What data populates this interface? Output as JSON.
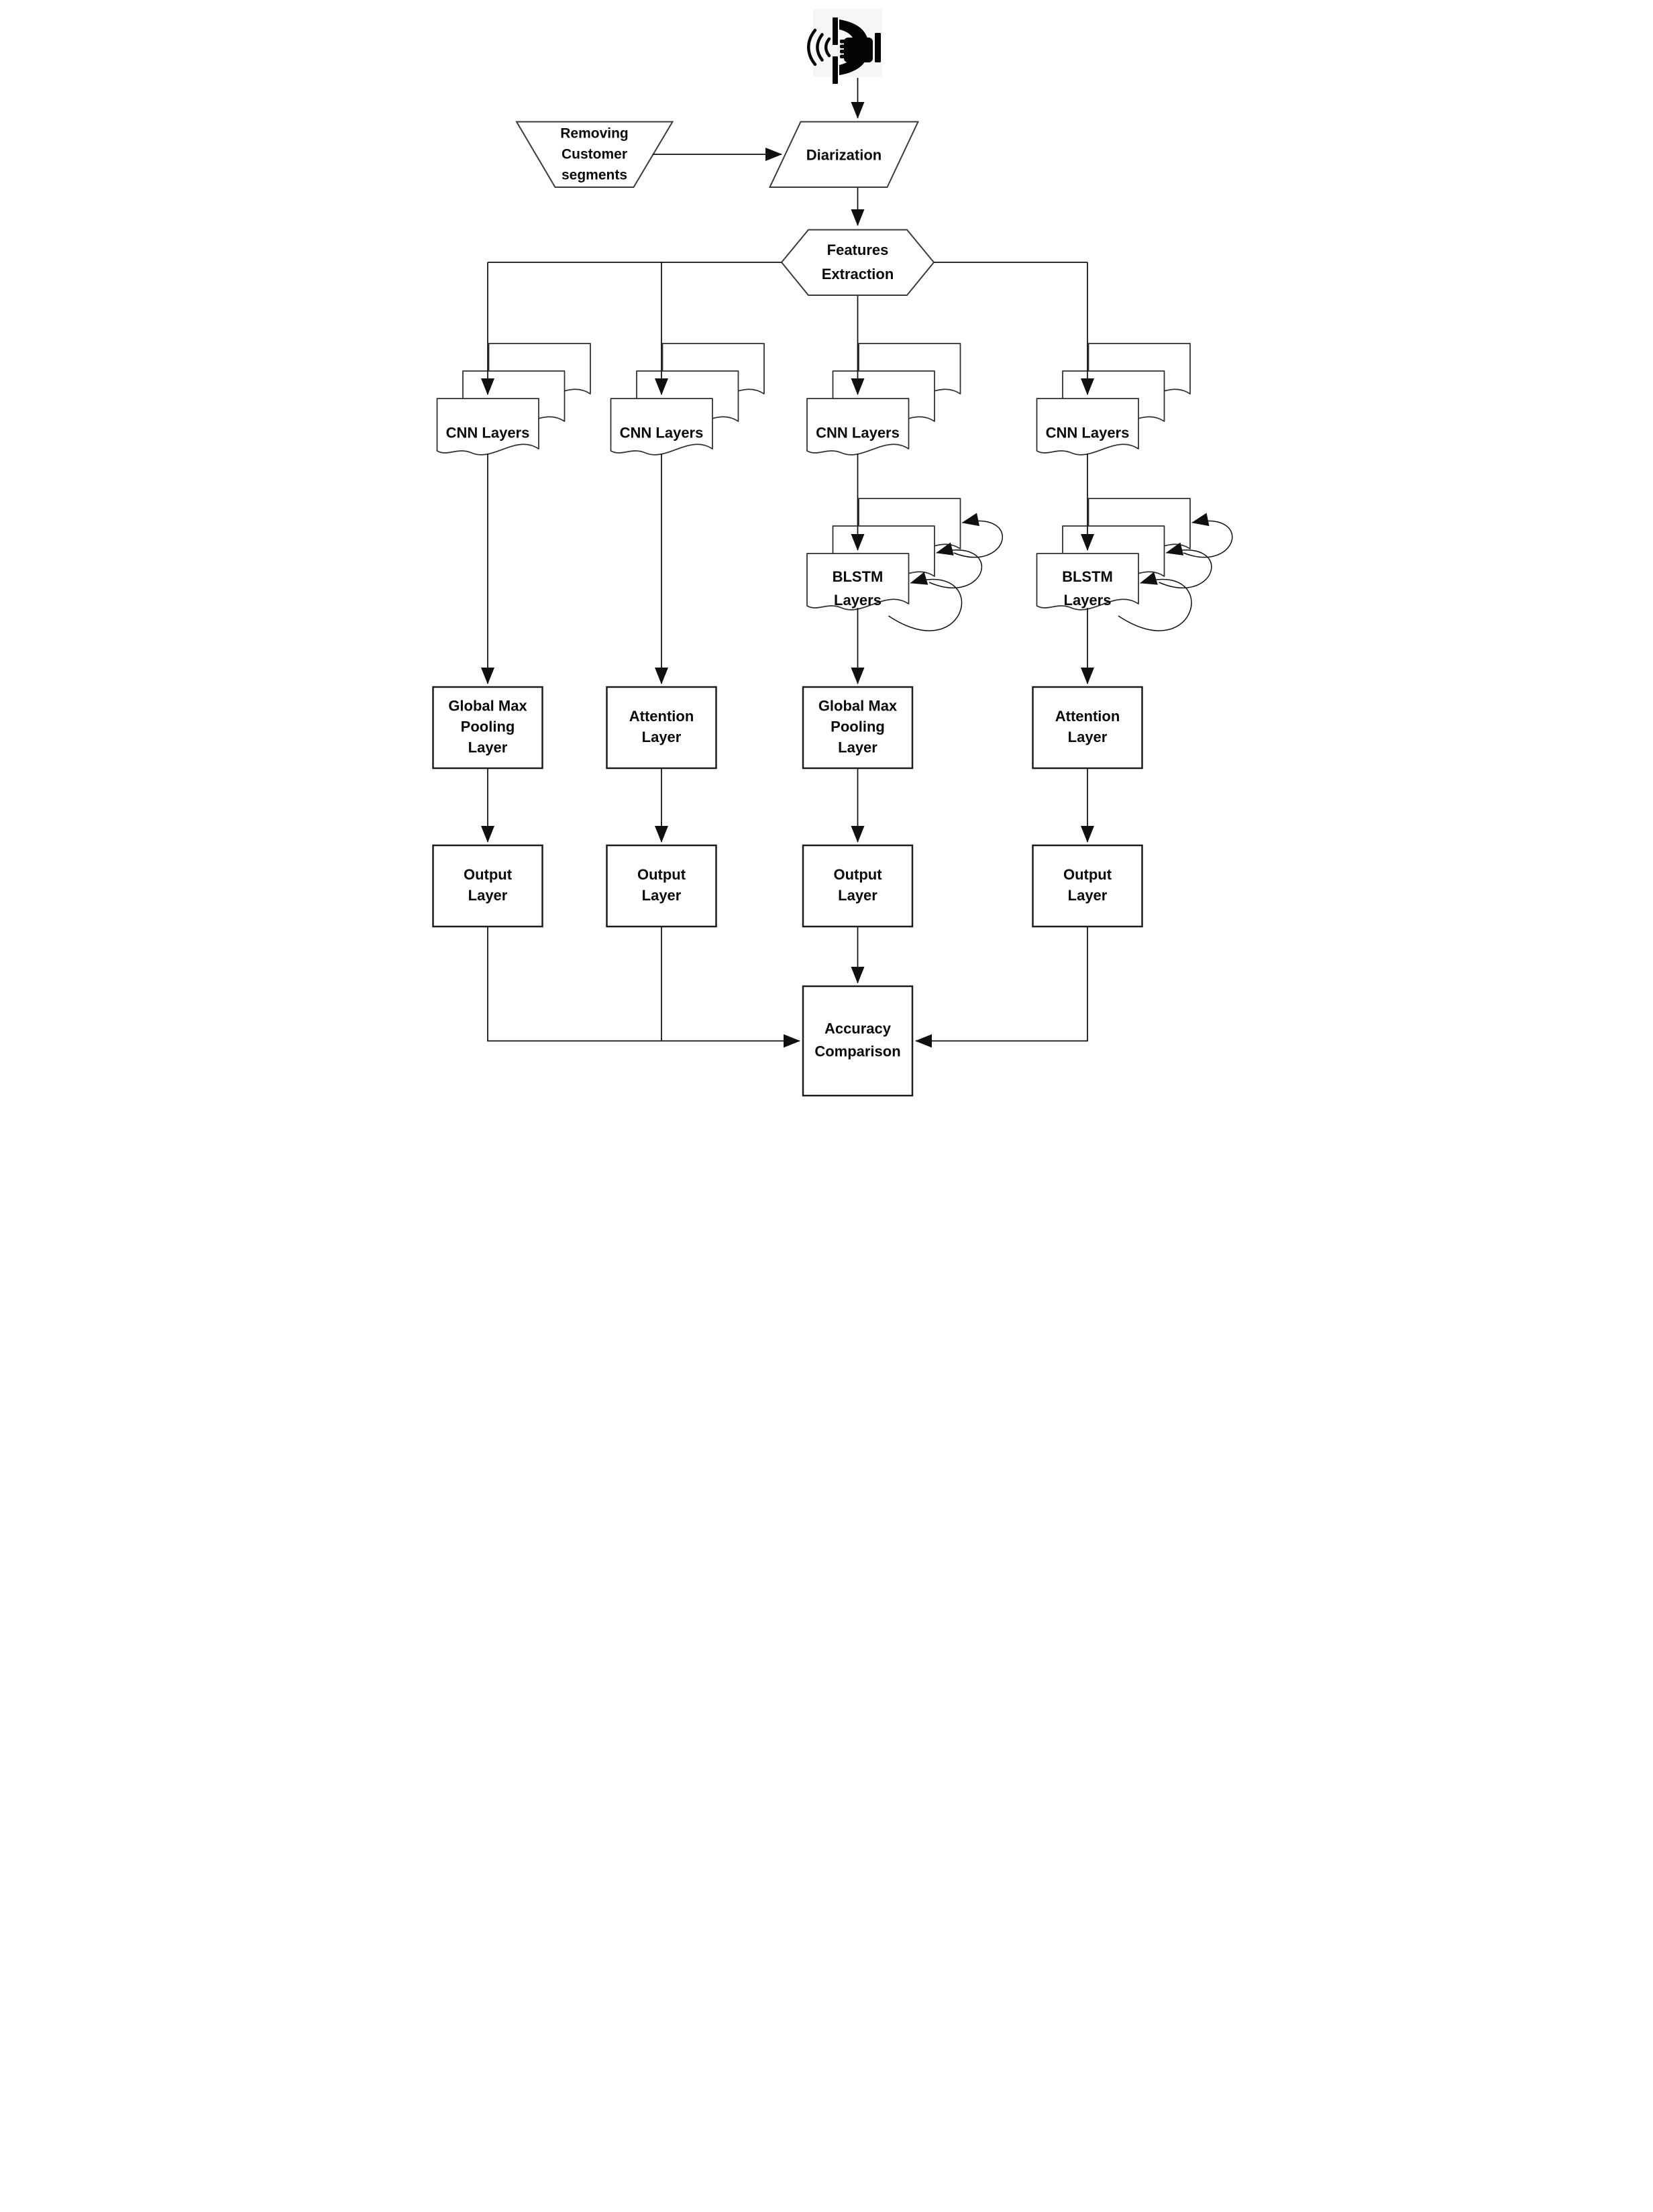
{
  "figure": {
    "type": "flowchart",
    "background": "#ffffff",
    "connector_color": "#101010",
    "shape_stroke_color": "#2e2e2e",
    "text_color": "#0a0a0a"
  },
  "icons": {
    "audio_input": "audio-call-icon"
  },
  "nodes": {
    "removing": {
      "shape": "trapezoid",
      "lines": [
        "Removing",
        "Customer",
        "segments"
      ]
    },
    "diarization": {
      "shape": "parallelogram",
      "label": "Diarization"
    },
    "features": {
      "shape": "hexagon",
      "lines": [
        "Features",
        "Extraction"
      ]
    },
    "accuracy": {
      "shape": "rectangle",
      "lines": [
        "Accuracy",
        "Comparison"
      ]
    }
  },
  "columns": [
    {
      "cnn_label": "CNN Layers",
      "mid_lines": [
        "Global Max",
        "Pooling",
        "Layer"
      ],
      "out_lines": [
        "Output",
        "Layer"
      ]
    },
    {
      "cnn_label": "CNN Layers",
      "mid_lines": [
        "Attention",
        "Layer"
      ],
      "out_lines": [
        "Output",
        "Layer"
      ]
    },
    {
      "cnn_label": "CNN Layers",
      "blstm_lines": [
        "BLSTM",
        "Layers"
      ],
      "mid_lines": [
        "Global Max",
        "Pooling",
        "Layer"
      ],
      "out_lines": [
        "Output",
        "Layer"
      ]
    },
    {
      "cnn_label": "CNN Layers",
      "blstm_lines": [
        "BLSTM",
        "Layers"
      ],
      "mid_lines": [
        "Attention",
        "Layer"
      ],
      "out_lines": [
        "Output",
        "Layer"
      ]
    }
  ]
}
